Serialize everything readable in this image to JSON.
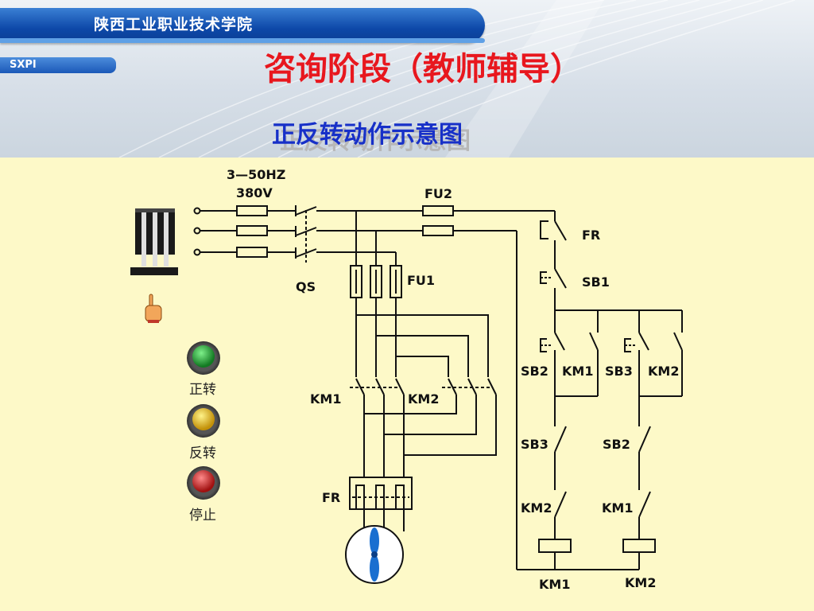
{
  "header": {
    "school_name": "陕西工业职业技术学院",
    "tag": "SXPI",
    "title": "咨询阶段（教师辅导）",
    "subtitle": "正反转动作示意图"
  },
  "colors": {
    "title": "#e8171e",
    "subtitle": "#1730c8",
    "banner": "#0d48a8",
    "background": "#fdf9c8",
    "lamp_forward": "#1e9b2e",
    "lamp_reverse": "#e2b714",
    "lamp_stop": "#c81e1e",
    "motor_fan": "#1a6fd0"
  },
  "icons": {
    "switch": "knife-switch-icon",
    "pointer": "pointing-hand-icon"
  },
  "labels": {
    "supply_freq": "3—50HZ",
    "supply_volt": "380V",
    "qs": "QS",
    "fu1": "FU1",
    "fu2": "FU2",
    "fr_top": "FR",
    "sb1": "SB1",
    "sb2_a": "SB2",
    "km1_a": "KM1",
    "sb3_a": "SB3",
    "km2_a": "KM2",
    "sb3_b": "SB3",
    "sb2_b": "SB2",
    "km2_b": "KM2",
    "km1_b": "KM1",
    "km1_coil": "KM1",
    "km2_coil": "KM2",
    "km1_main": "KM1",
    "km2_main": "KM2",
    "fr_main": "FR"
  },
  "lamps": {
    "forward": "正转",
    "reverse": "反转",
    "stop": "停止"
  }
}
